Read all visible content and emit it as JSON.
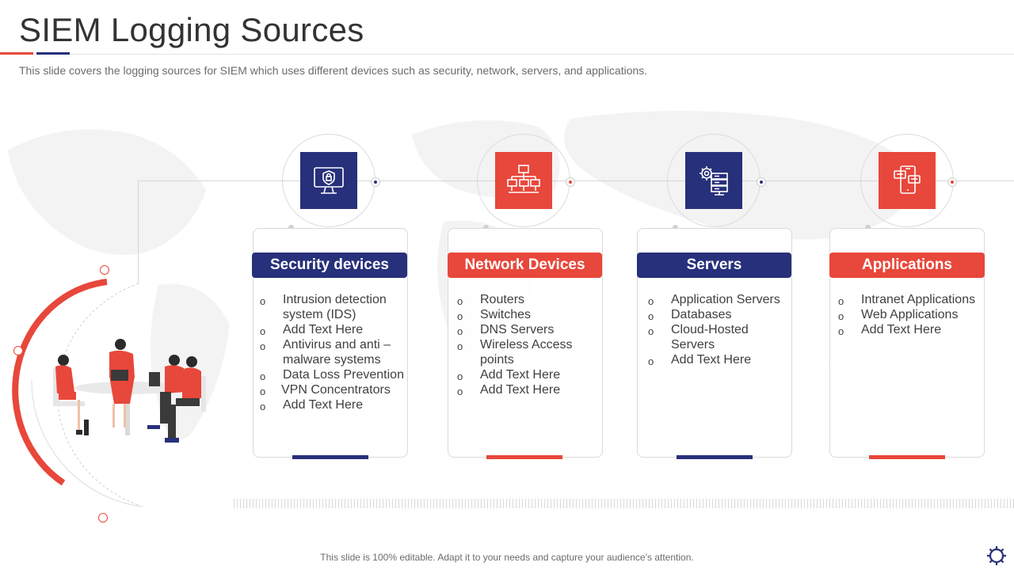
{
  "header": {
    "title": "SIEM Logging Sources",
    "subtitle": "This slide covers the logging sources for SIEM which uses different devices such as security, network, servers, and applications."
  },
  "colors": {
    "navy": "#27307a",
    "red": "#e8473b",
    "gray": "#dadada"
  },
  "cards": [
    {
      "title": "Security devices",
      "color": "navy",
      "icon": "monitor-shield-lock-icon",
      "items": [
        "Intrusion  detection system (IDS)",
        "Add Text Here",
        "Antivirus and anti – malware systems",
        "Data Loss Prevention",
        "VPN Concentrators",
        "Add Text Here"
      ]
    },
    {
      "title": "Network Devices",
      "color": "red",
      "icon": "network-computers-icon",
      "items": [
        "Routers",
        "Switches",
        "DNS Servers",
        "Wireless Access points",
        "Add Text Here",
        "Add Text Here"
      ]
    },
    {
      "title": "Servers",
      "color": "navy",
      "icon": "server-gear-icon",
      "items": [
        "Application Servers",
        "Databases",
        "Cloud-Hosted Servers",
        "Add Text Here"
      ]
    },
    {
      "title": "Applications",
      "color": "red",
      "icon": "mobile-app-icon",
      "items": [
        "Intranet Applications",
        "Web Applications",
        "Add Text Here"
      ]
    }
  ],
  "footer": {
    "text": "This slide is 100% editable. Adapt it to your needs and capture your audience’s attention."
  }
}
